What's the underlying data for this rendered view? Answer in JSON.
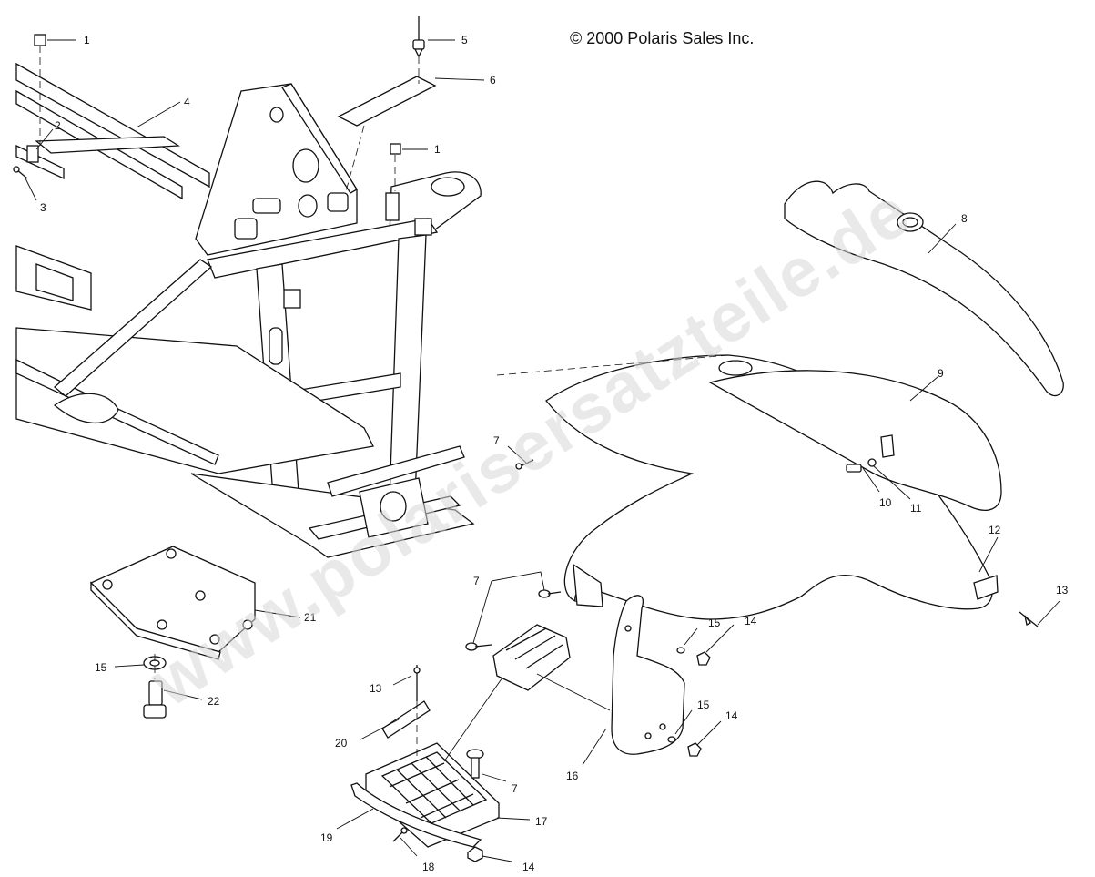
{
  "copyright": "© 2000 Polaris Sales Inc.",
  "watermark": "www.polarisersatzteile.de",
  "callouts": {
    "c1a": "1",
    "c1b": "1",
    "c2": "2",
    "c3": "3",
    "c4": "4",
    "c5": "5",
    "c6": "6",
    "c7a": "7",
    "c7b": "7",
    "c7c": "7",
    "c8": "8",
    "c9": "9",
    "c10": "10",
    "c11": "11",
    "c12": "12",
    "c13a": "13",
    "c13b": "13",
    "c14a": "14",
    "c14b": "14",
    "c14c": "14",
    "c15a": "15",
    "c15b": "15",
    "c15c": "15",
    "c16": "16",
    "c17": "17",
    "c18": "18",
    "c19": "19",
    "c20": "20",
    "c21": "21",
    "c22": "22"
  }
}
